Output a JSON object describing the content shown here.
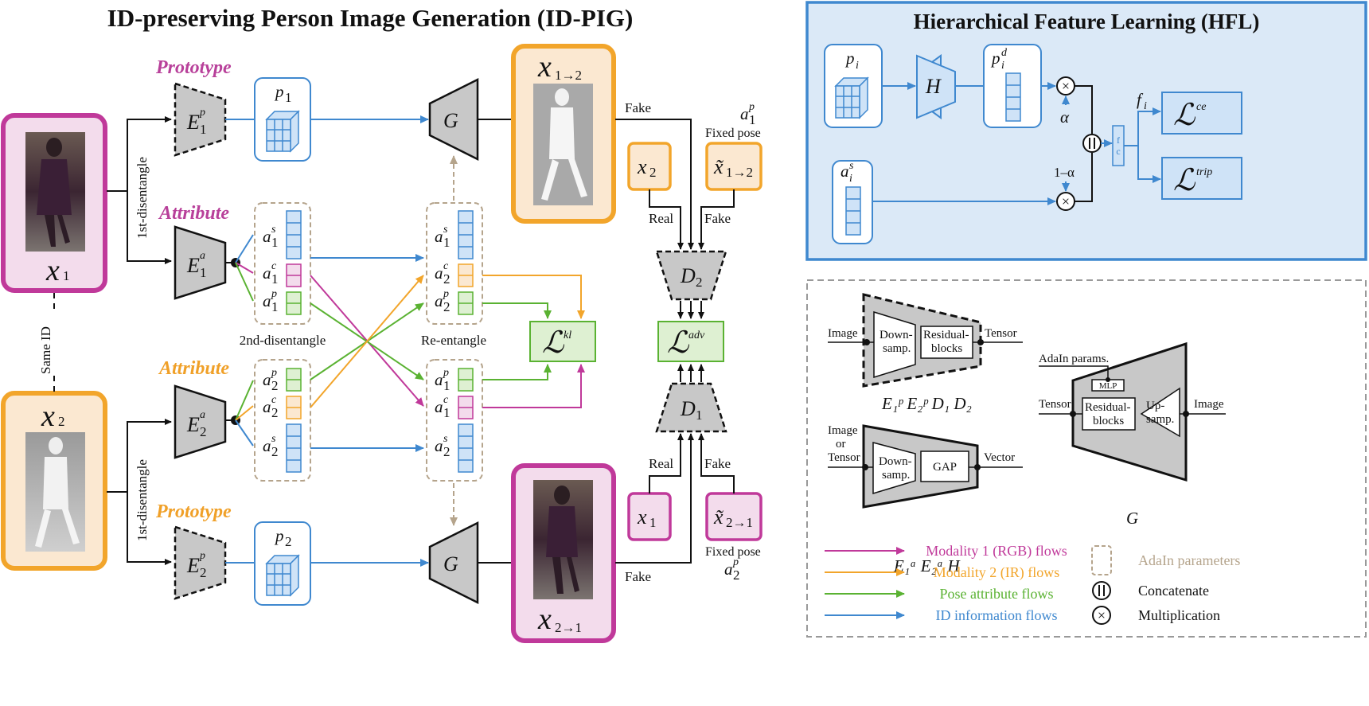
{
  "title": "ID-preserving Person Image Generation (ID-PIG)",
  "hfl_title": "Hierarchical Feature Learning (HFL)",
  "labels": {
    "prototype": "Prototype",
    "attribute": "Attribute",
    "first_disentangle": "1st-disentangle",
    "second_disentangle": "2nd-disentangle",
    "re_entangle": "Re-entangle",
    "same_id": "Same ID",
    "fake": "Fake",
    "real": "Real",
    "fixed_pose": "Fixed pose",
    "alpha": "α",
    "one_minus_alpha": "1–α",
    "fc": "fc"
  },
  "symbols": {
    "x1": "x₁",
    "x2": "x₂",
    "x12": "x₁→₂",
    "x21": "x₂→₁",
    "G": "G",
    "H": "H",
    "D1": "D₁",
    "D2": "D₂",
    "L_kl": "kl",
    "L_adv": "adv",
    "L_ce": "ce",
    "L_trip": "trip"
  },
  "module_box": {
    "encoder_caption": "E₁ᵖ E₂ᵖ D₁ D₂",
    "attr_caption": "E₁ᵃ E₂ᵃ H",
    "gen_caption": "G",
    "image": "Image",
    "tensor": "Tensor",
    "image_or_tensor": "Image or Tensor",
    "vector": "Vector",
    "downsamp": "Down-samp.",
    "residual": "Residual-blocks",
    "gap": "GAP",
    "upsamp": "Up-samp.",
    "mlp": "MLP",
    "adain_params": "AdaIn params."
  },
  "legend": [
    {
      "label": "Modality 1 (RGB) flows",
      "color": "#c0399a"
    },
    {
      "label": "Modality 2 (IR) flows",
      "color": "#f2a52b"
    },
    {
      "label": "Pose attribute flows",
      "color": "#5ab232"
    },
    {
      "label": "ID information flows",
      "color": "#3f88cf"
    }
  ],
  "legend_right": [
    {
      "label": "AdaIn parameters"
    },
    {
      "label": "Concatenate"
    },
    {
      "label": "Multiplication"
    }
  ],
  "colors": {
    "pink": "#c0399a",
    "orange": "#f2a52b",
    "green": "#5ab232",
    "blue": "#3f88cf",
    "tan": "#b5a48c",
    "gray": "#c8c8c8"
  }
}
